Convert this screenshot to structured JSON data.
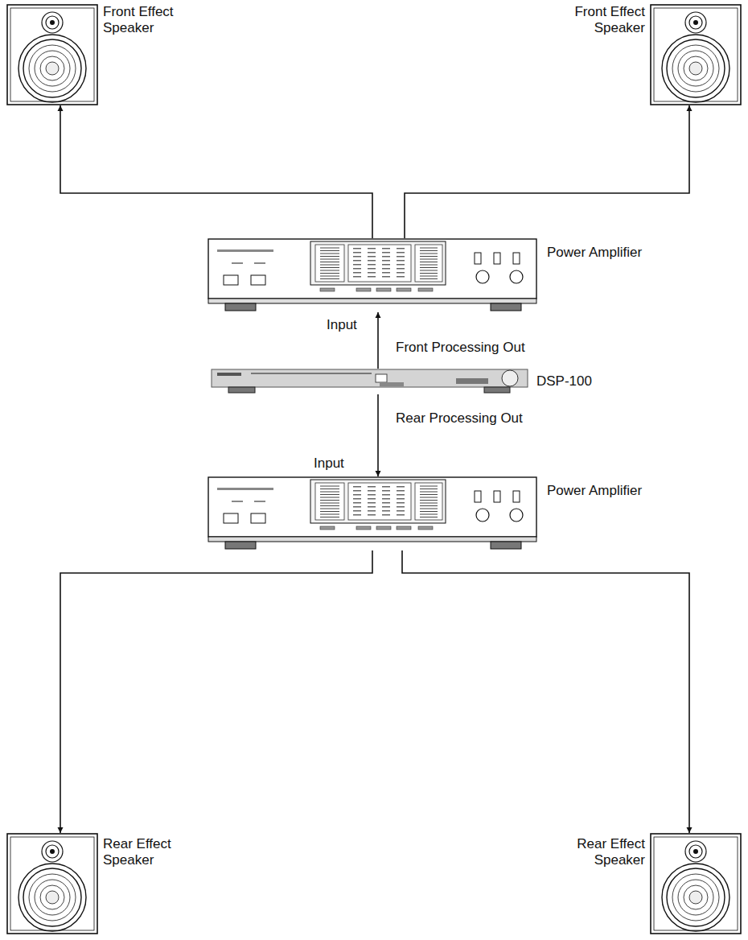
{
  "diagram": {
    "nodes": [
      {
        "text": [
          "Front Effect Speaker"
        ]
      },
      {
        "text": [
          "Front Effect Speaker"
        ]
      },
      {
        "text": [
          "Power Amplifier"
        ]
      },
      {
        "text": [
          "DSP-100"
        ]
      },
      {
        "text": [
          "Power Amplifier"
        ]
      },
      {
        "text": [
          "Rear Effect Speaker"
        ]
      },
      {
        "text": [
          "Rear Effect Speaker"
        ]
      }
    ],
    "edges": [
      {
        "from": 2,
        "to": 0,
        "arrow": "to"
      },
      {
        "from": 2,
        "to": 1,
        "arrow": "to"
      },
      {
        "from": 3,
        "to": 2,
        "label": "Front Processing Out",
        "arrow": "to"
      },
      {
        "from": 3,
        "to": 4,
        "label": "Rear Processing Out",
        "arrow": "to"
      },
      {
        "from": 4,
        "to": 5,
        "arrow": "to"
      },
      {
        "from": 4,
        "to": 6,
        "arrow": "to"
      }
    ],
    "labels": [
      "Input",
      "Input"
    ]
  }
}
